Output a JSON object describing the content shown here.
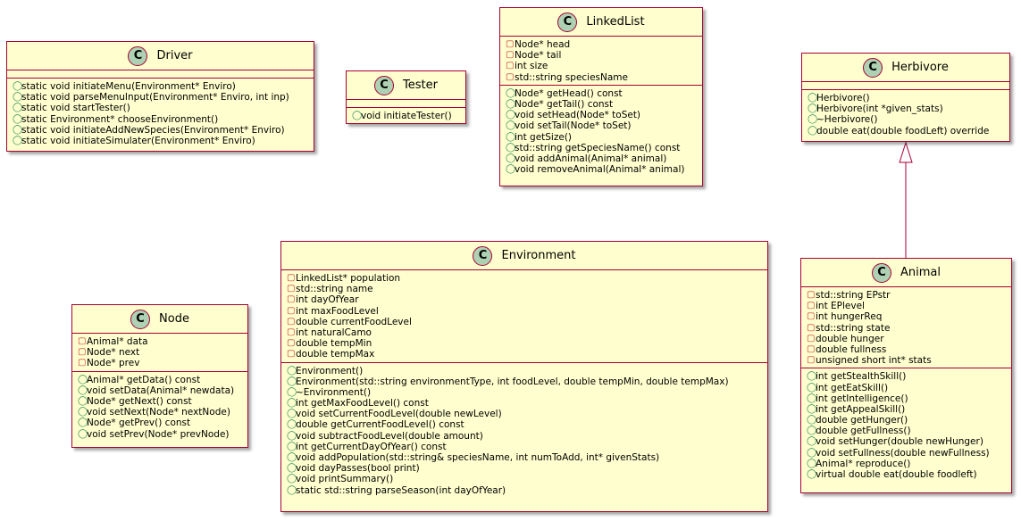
{
  "classes": {
    "driver": {
      "badge": "C",
      "name": "Driver",
      "fields": [],
      "methods": [
        {
          "vis": "+",
          "text": "static void initiateMenu(Environment* Enviro)"
        },
        {
          "vis": "+",
          "text": "static void parseMenuInput(Environment* Enviro, int inp)"
        },
        {
          "vis": "+",
          "text": "static void startTester()"
        },
        {
          "vis": "+",
          "text": "static Environment* chooseEnvironment()"
        },
        {
          "vis": "+",
          "text": "static void initiateAddNewSpecies(Environment* Enviro)"
        },
        {
          "vis": "+",
          "text": "static void initiateSimulater(Environment* Enviro)"
        }
      ]
    },
    "tester": {
      "badge": "C",
      "name": "Tester",
      "fields": [],
      "methods": [
        {
          "vis": "+",
          "text": "void initiateTester()"
        }
      ]
    },
    "linkedlist": {
      "badge": "C",
      "name": "LinkedList",
      "fields": [
        {
          "vis": "-",
          "text": "Node* head"
        },
        {
          "vis": "-",
          "text": "Node* tail"
        },
        {
          "vis": "-",
          "text": "int size"
        },
        {
          "vis": "-",
          "text": "std::string speciesName"
        }
      ],
      "methods": [
        {
          "vis": "+",
          "text": "Node* getHead() const"
        },
        {
          "vis": "+",
          "text": "Node* getTail() const"
        },
        {
          "vis": "+",
          "text": "void setHead(Node* toSet)"
        },
        {
          "vis": "+",
          "text": "void setTail(Node* toSet)"
        },
        {
          "vis": "+",
          "text": "int getSize()"
        },
        {
          "vis": "+",
          "text": "std::string getSpeciesName() const"
        },
        {
          "vis": "+",
          "text": "void addAnimal(Animal* animal)"
        },
        {
          "vis": "+",
          "text": "void removeAnimal(Animal* animal)"
        }
      ]
    },
    "herbivore": {
      "badge": "C",
      "name": "Herbivore",
      "fields": [],
      "methods": [
        {
          "vis": "+",
          "text": "Herbivore()"
        },
        {
          "vis": "+",
          "text": "Herbivore(int *given_stats)"
        },
        {
          "vis": "+",
          "text": "~Herbivore()"
        },
        {
          "vis": "+",
          "text": "double eat(double foodLeft) override"
        }
      ]
    },
    "node": {
      "badge": "C",
      "name": "Node",
      "fields": [
        {
          "vis": "-",
          "text": "Animal* data"
        },
        {
          "vis": "-",
          "text": "Node* next"
        },
        {
          "vis": "-",
          "text": "Node* prev"
        }
      ],
      "methods": [
        {
          "vis": "+",
          "text": "Animal* getData() const"
        },
        {
          "vis": "+",
          "text": "void setData(Animal* newdata)"
        },
        {
          "vis": "+",
          "text": "Node* getNext() const"
        },
        {
          "vis": "+",
          "text": "void setNext(Node* nextNode)"
        },
        {
          "vis": "+",
          "text": "Node* getPrev() const"
        },
        {
          "vis": "+",
          "text": "void setPrev(Node* prevNode)"
        }
      ]
    },
    "environment": {
      "badge": "C",
      "name": "Environment",
      "fields": [
        {
          "vis": "-",
          "text": "LinkedList* population"
        },
        {
          "vis": "-",
          "text": "std::string name"
        },
        {
          "vis": "-",
          "text": "int dayOfYear"
        },
        {
          "vis": "-",
          "text": "int maxFoodLevel"
        },
        {
          "vis": "-",
          "text": "double currentFoodLevel"
        },
        {
          "vis": "-",
          "text": "int naturalCamo"
        },
        {
          "vis": "-",
          "text": "double tempMin"
        },
        {
          "vis": "-",
          "text": "double tempMax"
        }
      ],
      "methods": [
        {
          "vis": "+",
          "text": "Environment()"
        },
        {
          "vis": "+",
          "text": "Environment(std::string environmentType, int foodLevel, double tempMin, double tempMax)"
        },
        {
          "vis": "+",
          "text": "~Environment()"
        },
        {
          "vis": "+",
          "text": "int getMaxFoodLevel() const"
        },
        {
          "vis": "+",
          "text": "void setCurrentFoodLevel(double newLevel)"
        },
        {
          "vis": "+",
          "text": "double getCurrentFoodLevel() const"
        },
        {
          "vis": "+",
          "text": "void subtractFoodLevel(double amount)"
        },
        {
          "vis": "+",
          "text": "int getCurrentDayOfYear() const"
        },
        {
          "vis": "+",
          "text": "void addPopulation(std::string& speciesName, int numToAdd, int* givenStats)"
        },
        {
          "vis": "+",
          "text": "void dayPasses(bool print)"
        },
        {
          "vis": "+",
          "text": "void printSummary()"
        },
        {
          "vis": "+",
          "text": "static std::string parseSeason(int dayOfYear)"
        }
      ]
    },
    "animal": {
      "badge": "C",
      "name": "Animal",
      "fields": [
        {
          "vis": "-",
          "text": "std::string EPstr"
        },
        {
          "vis": "-",
          "text": "int EPlevel"
        },
        {
          "vis": "-",
          "text": "int hungerReq"
        },
        {
          "vis": "-",
          "text": "std::string state"
        },
        {
          "vis": "-",
          "text": "double hunger"
        },
        {
          "vis": "-",
          "text": "double fullness"
        },
        {
          "vis": "-",
          "text": "unsigned short int* stats"
        }
      ],
      "methods": [
        {
          "vis": "+",
          "text": "int getStealthSkill()"
        },
        {
          "vis": "+",
          "text": "int getEatSkill()"
        },
        {
          "vis": "+",
          "text": "int getIntelligence()"
        },
        {
          "vis": "+",
          "text": "int getAppealSkill()"
        },
        {
          "vis": "+",
          "text": "double getHunger()"
        },
        {
          "vis": "+",
          "text": "double getFullness()"
        },
        {
          "vis": "+",
          "text": "void setHunger(double newHunger)"
        },
        {
          "vis": "+",
          "text": "void setFullness(double newFullness)"
        },
        {
          "vis": "+",
          "text": "Animal* reproduce()"
        },
        {
          "vis": "+",
          "text": "virtual double eat(double foodleft)"
        }
      ]
    }
  },
  "relations": [
    {
      "type": "inheritance",
      "from": "Animal",
      "to": "Herbivore"
    }
  ],
  "colors": {
    "box_fill": "#FEFECE",
    "box_border": "#A80036",
    "badge_fill": "#ADD1B2",
    "public_marker": "#2E8B57",
    "private_marker": "#C82930"
  }
}
